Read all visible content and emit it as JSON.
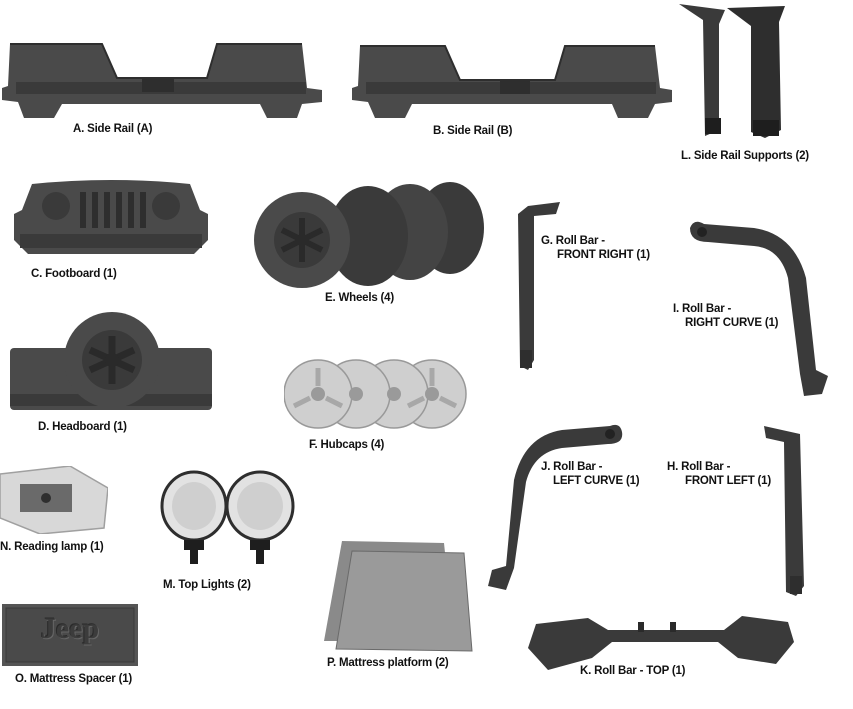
{
  "parts": {
    "a": {
      "label": "A. Side Rail (A)"
    },
    "b": {
      "label": "B. Side Rail (B)"
    },
    "l": {
      "label": "L. Side Rail Supports (2)"
    },
    "c": {
      "label": "C. Footboard (1)"
    },
    "e": {
      "label": "E. Wheels (4)"
    },
    "g": {
      "line1": "G.  Roll Bar -",
      "line2": "FRONT RIGHT (1)"
    },
    "i": {
      "line1": "I.  Roll Bar -",
      "line2": "RIGHT CURVE (1)"
    },
    "d": {
      "label": "D. Headboard (1)"
    },
    "f": {
      "label": "F. Hubcaps (4)"
    },
    "j": {
      "line1": "J.  Roll Bar -",
      "line2": "LEFT CURVE (1)"
    },
    "h": {
      "line1": "H.  Roll Bar -",
      "line2": "FRONT LEFT (1)"
    },
    "n": {
      "label": "N. Reading lamp (1)"
    },
    "m": {
      "label": "M. Top Lights (2)"
    },
    "p": {
      "label": "P. Mattress platform (2)"
    },
    "k": {
      "label": "K. Roll Bar - TOP (1)"
    },
    "o": {
      "label": "O. Mattress Spacer (1)",
      "logo_text": "Jeep"
    }
  },
  "colors": {
    "plastic": "#4a4a4a",
    "plastic_dark": "#2e2e2e",
    "hubcap": "#cfcfcf",
    "board": "#8a8a8a"
  }
}
